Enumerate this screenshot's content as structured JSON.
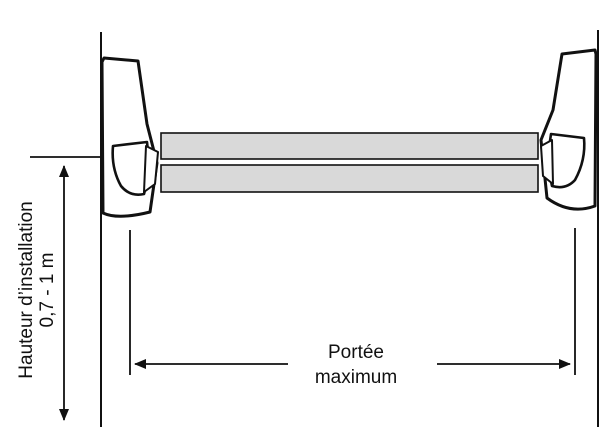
{
  "labels": {
    "height_line1": "Hauteur d’installation",
    "height_line2": "0,7 - 1 m",
    "range_line1": "Portée",
    "range_line2": "maximum"
  },
  "colors": {
    "stroke": "#111111",
    "beam_fill": "#d9d9d9",
    "background": "#ffffff"
  }
}
